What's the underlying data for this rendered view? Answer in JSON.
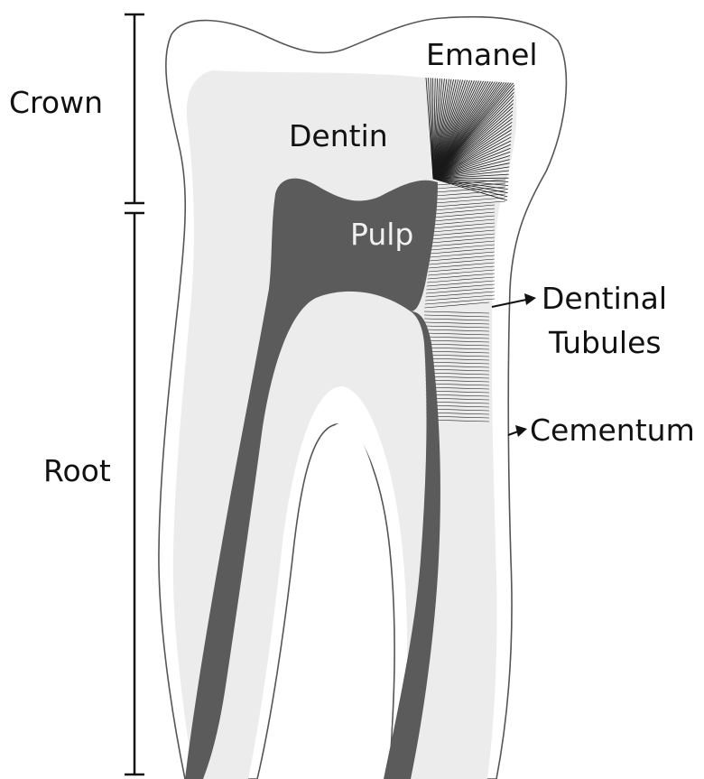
{
  "labels": {
    "crown": "Crown",
    "root": "Root",
    "enamel": "Emanel",
    "dentin": "Dentin",
    "pulp": "Pulp",
    "tubules_line1": "Dentinal",
    "tubules_line2": "Tubules",
    "cementum": "Cementum"
  },
  "colors": {
    "outline": "#555555",
    "dentin": "#ececec",
    "pulp": "#5b5b5b",
    "tubule_lines": "#1a1a1a",
    "text": "#111111",
    "pulp_text": "#f1f1f1"
  }
}
